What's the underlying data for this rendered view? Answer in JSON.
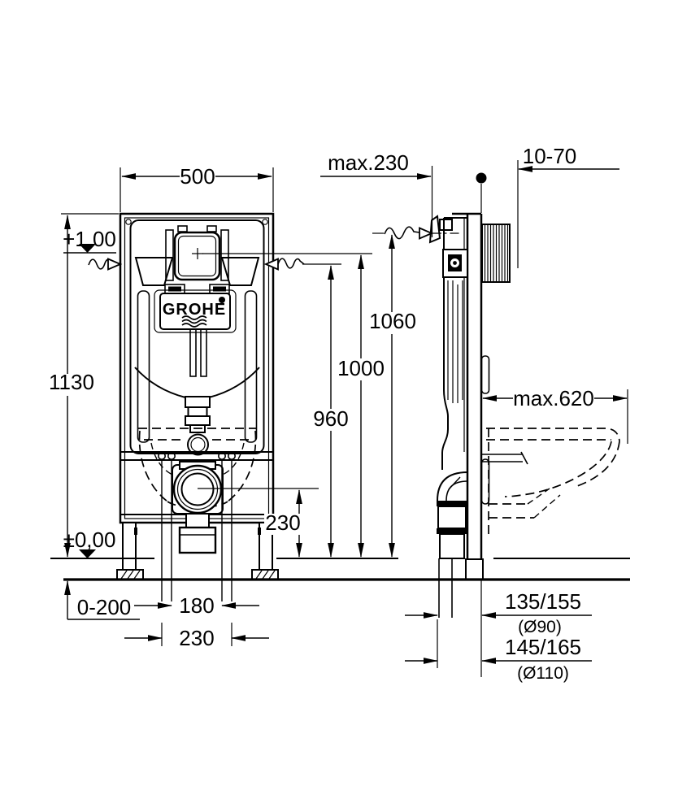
{
  "drawing": {
    "brand": "GROHE",
    "front_view": {
      "width": "500",
      "height": "1130",
      "level_top": "+1,00",
      "level_floor": "±0,00",
      "foot_adjustment": "0-200",
      "pipe_spacing_inner": "180",
      "pipe_spacing_outer": "230"
    },
    "side_view": {
      "depth_max": "max.230",
      "wall_fixing_range": "10-70",
      "height_frame_top": "1060",
      "height_flush_plate": "1000",
      "height_wall_ref": "960",
      "height_outlet": "230",
      "bowl_projection_max": "max.620",
      "drain_offset_90": "135/155",
      "drain_dia_90": "(Ø90)",
      "drain_offset_110": "145/165",
      "drain_dia_110": "(Ø110)"
    }
  }
}
